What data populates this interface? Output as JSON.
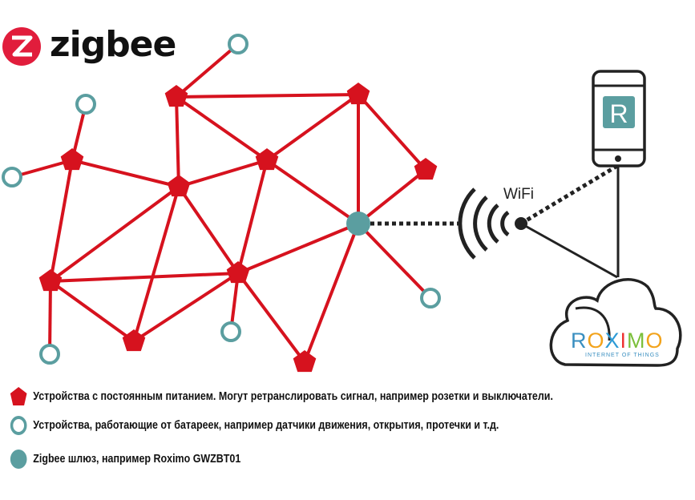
{
  "logo": {
    "text": "zigbee",
    "color": "#e11d3c"
  },
  "wifi_label": "WiFi",
  "brand": {
    "name_letters": [
      "R",
      "O",
      "X",
      "I",
      "M",
      "O"
    ],
    "letter_colors": [
      "#3a8fc0",
      "#f2a31b",
      "#2d9bd6",
      "#e33",
      "#7bbf3a",
      "#f2a31b"
    ],
    "subtitle": "INTERNET OF THINGS"
  },
  "colors": {
    "mains_device": "#d6121e",
    "battery_device": "#5b9ea0",
    "gateway": "#5b9ea0",
    "link": "#d6121e",
    "dark": "#222222"
  },
  "legend": [
    {
      "icon": "red-pentagon-icon",
      "text": "Устройства с постоянным питанием. Могут ретранслировать сигнал, например розетки и выключатели."
    },
    {
      "icon": "teal-ring-icon",
      "text": "Устройства, работающие от батареек, например датчики движения, открытия, протечки и т.д."
    },
    {
      "icon": "teal-dot-icon",
      "text": "Zigbee шлюз, например Roximo GWZBT01"
    }
  ]
}
